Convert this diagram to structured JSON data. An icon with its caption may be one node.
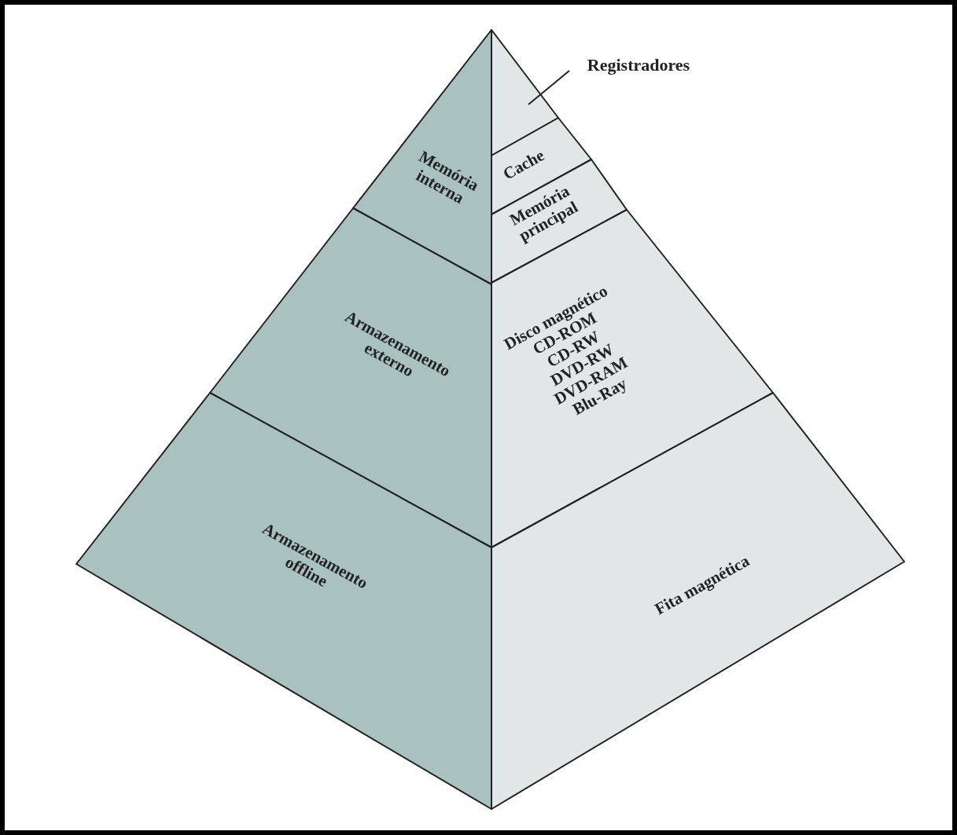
{
  "diagram": {
    "nodes": [
      {
        "text": [
          "Memória interna"
        ]
      },
      {
        "text": [
          "Armazenamento externo"
        ]
      },
      {
        "text": [
          "Armazenamento offline"
        ]
      },
      {
        "text": [],
        "shape": "triangle"
      },
      {
        "text": [
          "Cache"
        ]
      },
      {
        "text": [
          "Memória principal"
        ]
      },
      {
        "text": [
          "Disco magnético",
          "CD-ROM",
          "CD-RW",
          "DVD-RW",
          "DVD-RAM",
          "Blu-Ray"
        ]
      },
      {
        "text": [
          "Fita magnética"
        ]
      },
      {
        "text": [
          "Registradores"
        ]
      }
    ],
    "edges": [
      {
        "from": 8,
        "to": 3,
        "arrow": "none"
      }
    ]
  }
}
